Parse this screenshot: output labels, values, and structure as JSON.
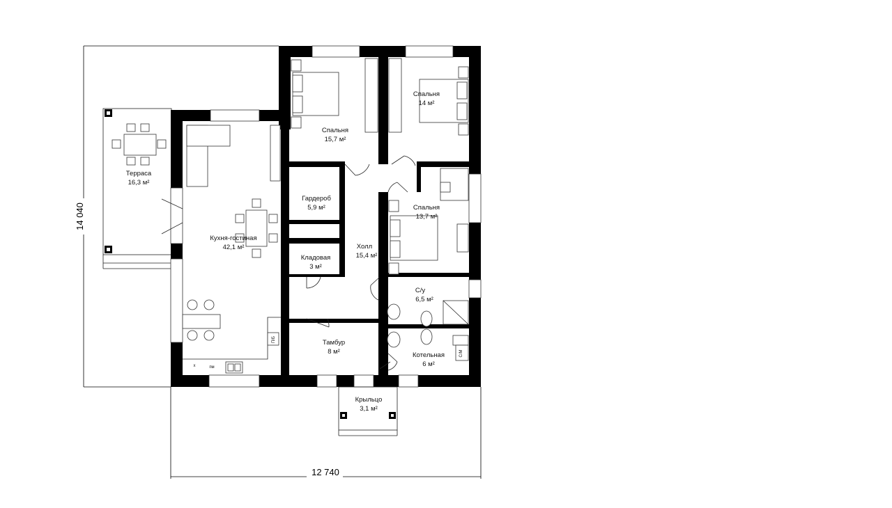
{
  "rooms": {
    "terrace": {
      "name": "Терраса",
      "area": "16,3 м²"
    },
    "kitchen": {
      "name": "Кухня-гостиная",
      "area": "42,1 м²"
    },
    "bedroom1": {
      "name": "Спальня",
      "area": "15,7 м²"
    },
    "bedroom2": {
      "name": "Спальня",
      "area": "14 м²"
    },
    "bedroom3": {
      "name": "Спальня",
      "area": "13,7 м²"
    },
    "wardrobe": {
      "name": "Гардероб",
      "area": "5,9 м²"
    },
    "pantry": {
      "name": "Кладовая",
      "area": "3 м²"
    },
    "hall": {
      "name": "Холл",
      "area": "15,4 м²"
    },
    "bathroom": {
      "name": "С/у",
      "area": "6,5 м²"
    },
    "vestibule": {
      "name": "Тамбур",
      "area": "8 м²"
    },
    "boiler": {
      "name": "Котельная",
      "area": "6 м²"
    },
    "porch": {
      "name": "Крыльцо",
      "area": "3,1 м²"
    }
  },
  "dimensions": {
    "width": "12 740",
    "height": "14 040"
  },
  "appliance_labels": {
    "stove": "x",
    "dishwasher": "пм",
    "fridge": "П/Б",
    "washer": "С/М"
  }
}
